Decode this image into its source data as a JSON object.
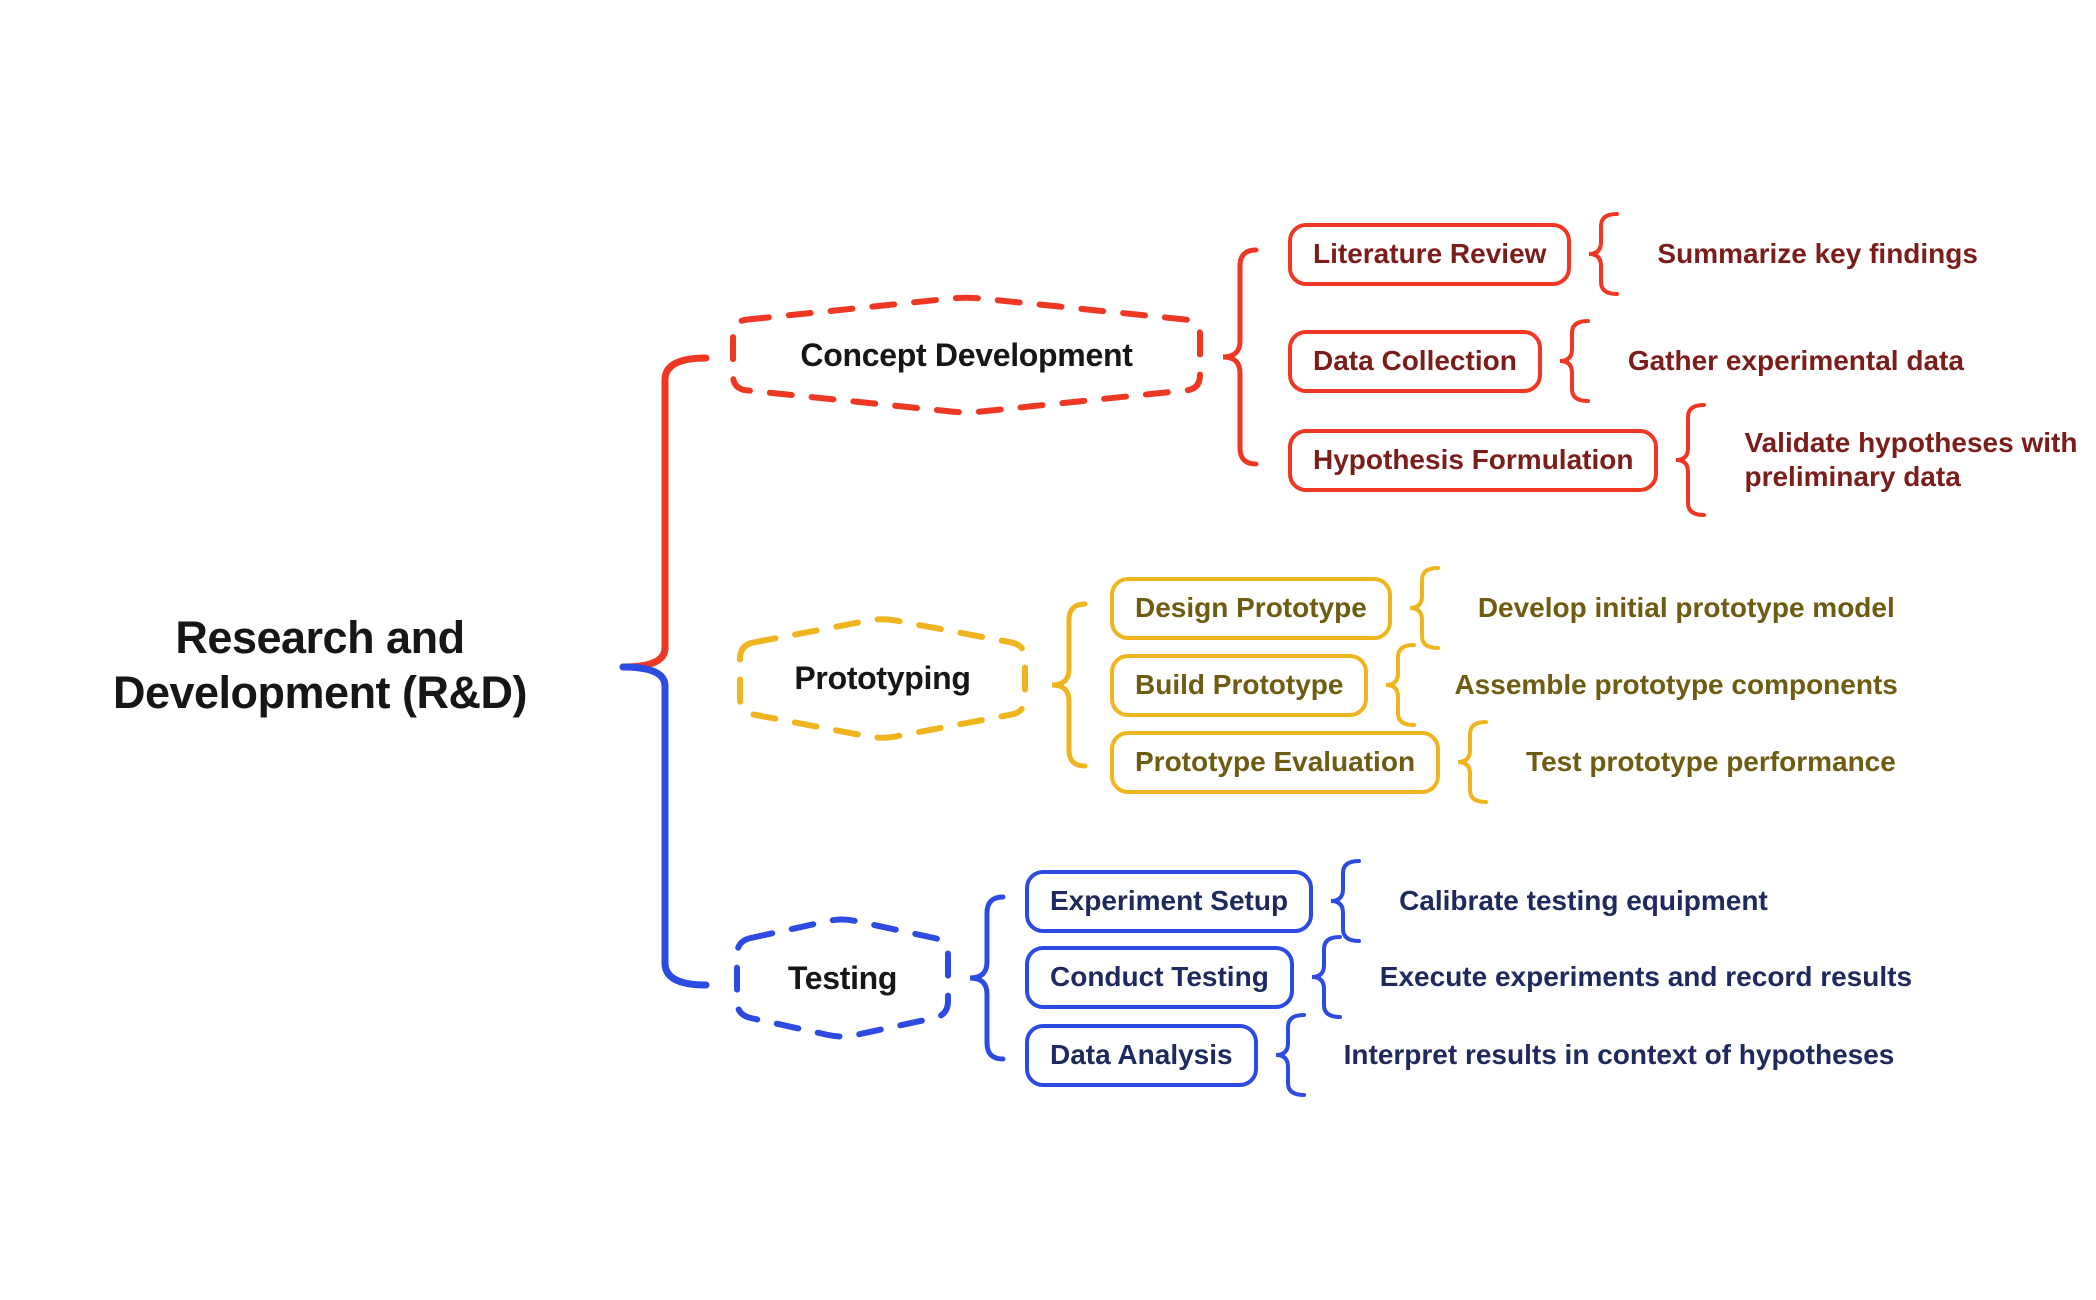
{
  "root": {
    "label": "Research and\nDevelopment (R&D)"
  },
  "palette": {
    "concept_accent": "#ee3823",
    "concept_text": "#7b1d1b",
    "prototyping_accent": "#f0b41f",
    "prototyping_text": "#6e5c12",
    "testing_accent": "#2d4be0",
    "testing_text": "#1e2a5e",
    "heading_text": "#161616",
    "background": "#ffffff"
  },
  "branches": [
    {
      "id": "concept-development",
      "label": "Concept Development",
      "children": [
        {
          "label": "Literature Review",
          "description": "Summarize key findings"
        },
        {
          "label": "Data Collection",
          "description": "Gather experimental data"
        },
        {
          "label": "Hypothesis Formulation",
          "description": "Validate hypotheses with\npreliminary data"
        }
      ]
    },
    {
      "id": "prototyping",
      "label": "Prototyping",
      "children": [
        {
          "label": "Design Prototype",
          "description": "Develop initial prototype model"
        },
        {
          "label": "Build Prototype",
          "description": "Assemble prototype components"
        },
        {
          "label": "Prototype Evaluation",
          "description": "Test prototype performance"
        }
      ]
    },
    {
      "id": "testing",
      "label": "Testing",
      "children": [
        {
          "label": "Experiment Setup",
          "description": "Calibrate testing equipment"
        },
        {
          "label": "Conduct Testing",
          "description": "Execute experiments and record results"
        },
        {
          "label": "Data Analysis",
          "description": "Interpret results in context of hypotheses"
        }
      ]
    }
  ]
}
